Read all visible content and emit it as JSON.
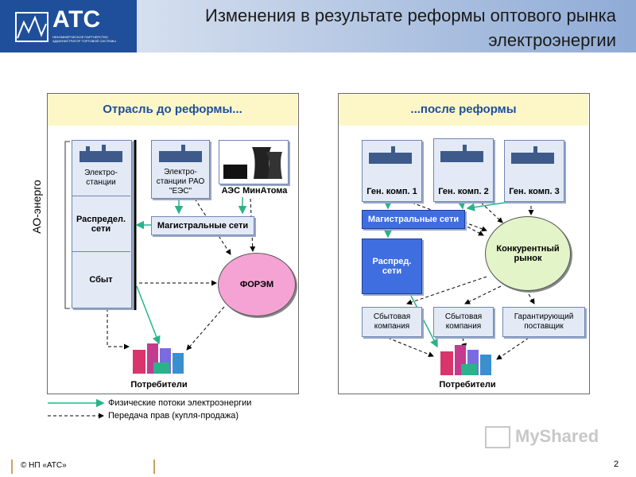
{
  "header": {
    "title": "Изменения в результате реформы оптового рынка электроэнергии",
    "logo_text": "АТС",
    "logo_subtext": "НЕКОММЕРЧЕСКОЕ ПАРТНЕРСТВО АДМИНИСТРАТОР ТОРГОВОЙ СИСТЕМЫ"
  },
  "before_panel": {
    "title": "Отрасль до реформы...",
    "vertical_label": "АО-энерго",
    "power_plants": "Электро-станции",
    "power_plants_rao": "Электро-станции РАО \"ЕЭС\"",
    "nuclear": "АЭС МинАтома",
    "distribution": "Распредел. сети",
    "trunk_networks": "Магистральные сети",
    "sales": "Сбыт",
    "forem": "ФОРЭМ",
    "consumers": "Потребители"
  },
  "after_panel": {
    "title": "...после реформы",
    "gen1": "Ген. комп. 1",
    "gen2": "Ген. комп. 2",
    "gen3": "Ген. комп. 3",
    "trunk_networks": "Магистральные сети",
    "distribution": "Распред. сети",
    "market": "Конкурентный рынок",
    "sales1": "Сбытовая компания",
    "sales2": "Сбытовая компания",
    "guarantor": "Гарантирующий поставщик",
    "consumers": "Потребители"
  },
  "legend": {
    "physical": "Физические потоки электроэнергии",
    "rights": "Передача прав (купля-продажа)"
  },
  "footer": {
    "copyright": "© НП «АТС»",
    "page_number": "2",
    "watermark": "MyShared"
  },
  "colors": {
    "arrow_green": "#2ab38a",
    "node_blue": "#3f6ee0",
    "forem_pink": "#f4a3d4",
    "market_green": "#e2f4c8"
  }
}
